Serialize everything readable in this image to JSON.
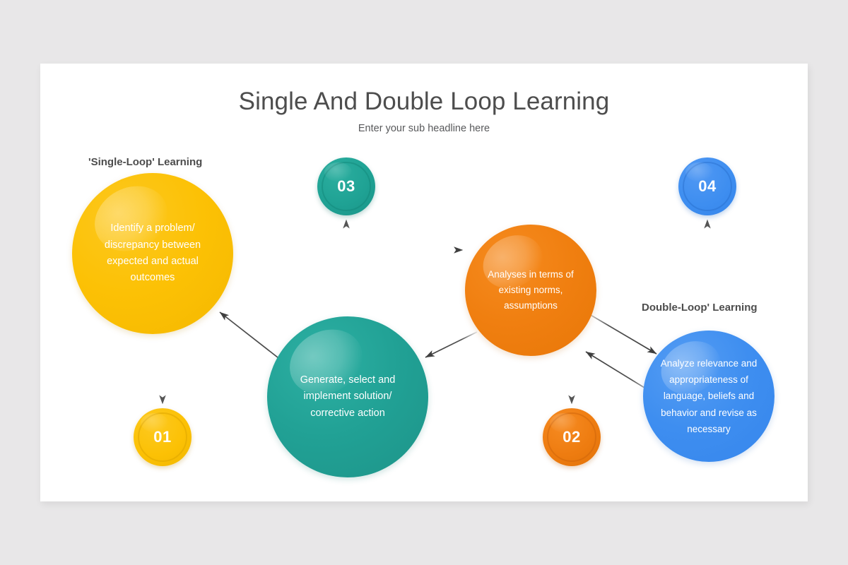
{
  "slide": {
    "title": "Single And Double Loop Learning",
    "subtitle": "Enter your sub headline here"
  },
  "labels": {
    "single_loop": "'Single-Loop' Learning",
    "double_loop": "Double-Loop' Learning"
  },
  "bubbles": [
    {
      "id": "identify",
      "text": "Identify a problem/\ndiscrepancy between\nexpected and actual\noutcomes",
      "color": "#FCC105"
    },
    {
      "id": "generate",
      "text": "Generate, select and\nimplement solution/\ncorrective action",
      "color": "#21A195"
    },
    {
      "id": "analyses",
      "text": "Analyses in terms of\nexisting norms,\nassumptions",
      "color": "#F07F10"
    },
    {
      "id": "analyze",
      "text": "Analyze relevance and\nappropriateness of\nlanguage, beliefs and\nbehavior and revise as\nnecessary",
      "color": "#3E8EF0"
    }
  ],
  "badges": [
    {
      "id": "01",
      "number": "01",
      "color": "#FCC105"
    },
    {
      "id": "02",
      "number": "02",
      "color": "#F07F10"
    },
    {
      "id": "03",
      "number": "03",
      "color": "#21A195"
    },
    {
      "id": "04",
      "number": "04",
      "color": "#3E8EF0"
    }
  ],
  "connectors": {
    "solid_arrow_color": "#4a4a4a",
    "dashed_arrow_color": "#5a5a5a",
    "flows": [
      {
        "from": "identify",
        "to": "analyses",
        "style": "solid"
      },
      {
        "from": "analyses",
        "to": "generate",
        "style": "solid"
      },
      {
        "from": "generate",
        "to": "identify",
        "style": "solid"
      },
      {
        "from": "analyses",
        "to": "analyze",
        "style": "solid"
      },
      {
        "from": "analyze",
        "to": "analyses",
        "style": "solid"
      },
      {
        "from": "identify",
        "to": "01",
        "style": "dashed"
      },
      {
        "from": "analyses",
        "to": "02",
        "style": "dashed"
      },
      {
        "from": "generate",
        "to": "03",
        "style": "dashed"
      },
      {
        "from": "analyze",
        "to": "04",
        "style": "dashed"
      }
    ]
  }
}
